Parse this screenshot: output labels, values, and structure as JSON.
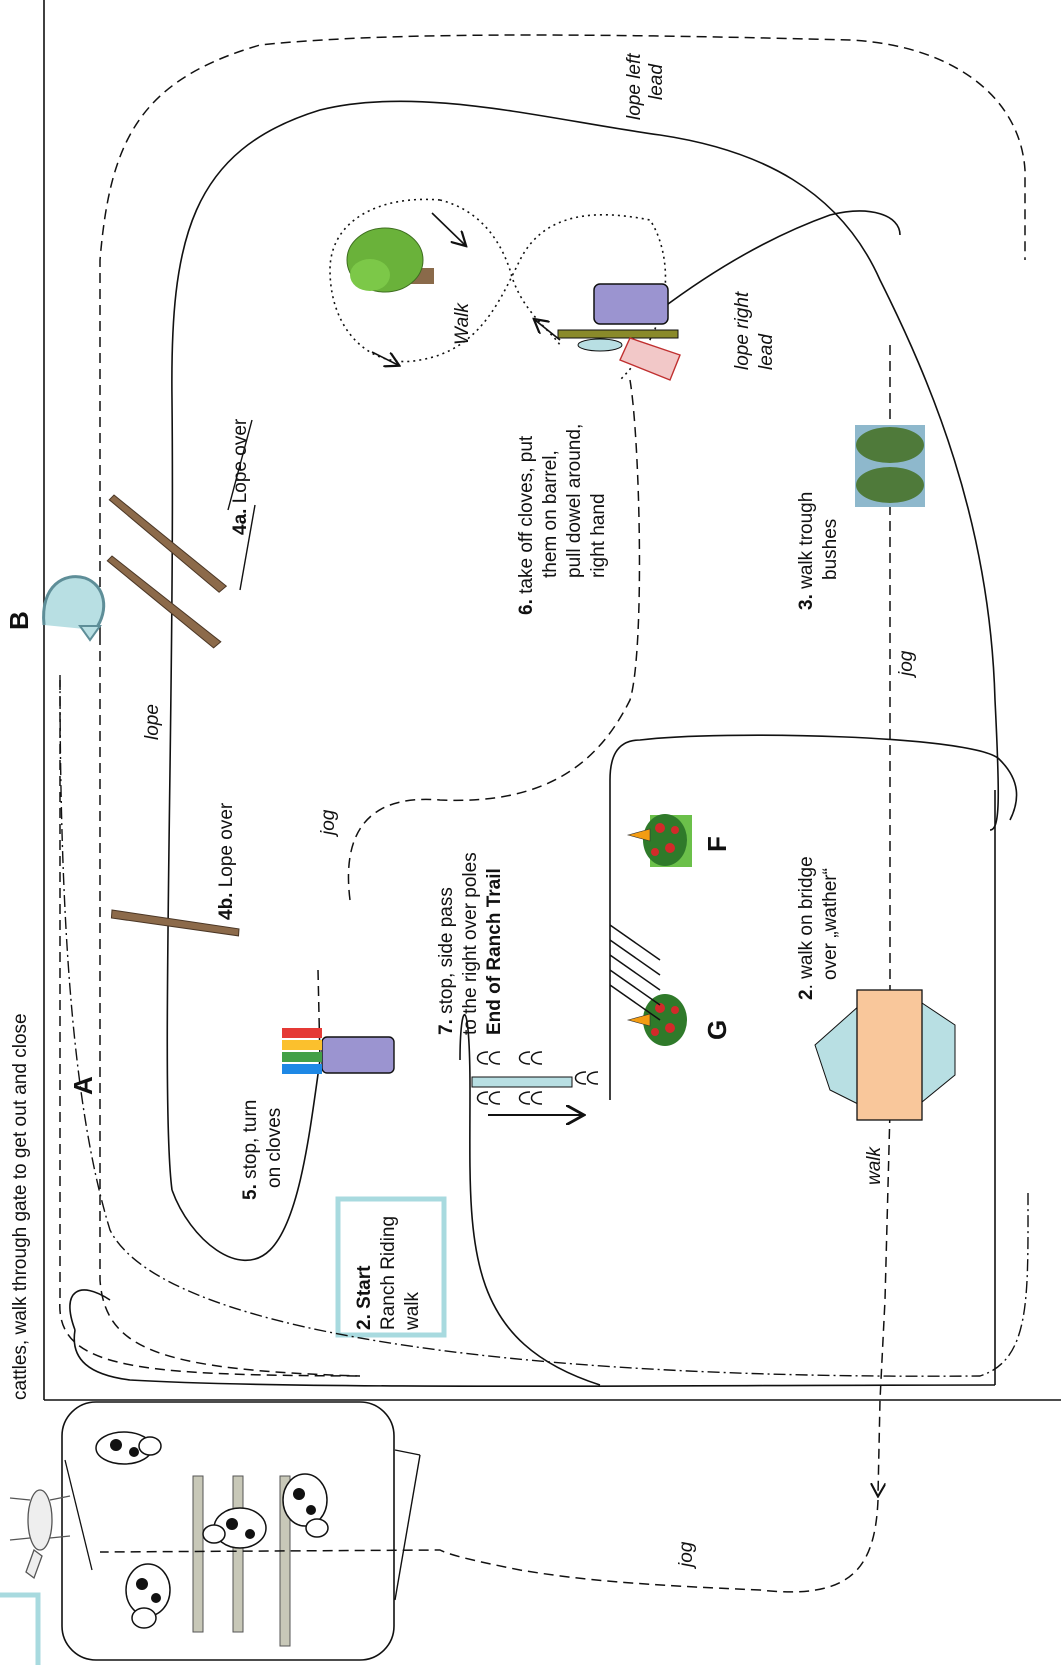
{
  "top_note": "cattles, walk through gate to get out and close",
  "markers": {
    "a": "A",
    "b": "B",
    "f": "F",
    "g": "G"
  },
  "gaits": {
    "lope_left_1": "lope left",
    "lope_left_2": "lead",
    "lope_right_1": "lope right",
    "lope_right_2": "lead",
    "lope": "lope",
    "jog_upper": "jog",
    "jog_middle": "jog",
    "jog_bottom": "jog",
    "walk_loop": "Walk",
    "walk_bridge": "walk"
  },
  "stations": {
    "start": {
      "num": "2.",
      "title": "Start",
      "line2": "Ranch Riding",
      "line3": "walk"
    },
    "s2": {
      "num": "2",
      "line1": ". walk on bridge",
      "line2": "over „wather“"
    },
    "s3": {
      "num": "3.",
      "line1": " walk trough",
      "line2": "bushes"
    },
    "s4a": {
      "num": "4a.",
      "text": " Lope over"
    },
    "s4b": {
      "num": "4b.",
      "text": " Lope over"
    },
    "s5": {
      "num": "5.",
      "line1": " stop, turn",
      "line2": "on cloves"
    },
    "s6": {
      "num": "6.",
      "line1": " take off cloves, put",
      "line2": "them on barrel,",
      "line3": "pull dowel around,",
      "line4": "right hand"
    },
    "s7": {
      "num": "7.",
      "line1": " stop, side pass",
      "line2": "to the right over poles",
      "line3": "End of Ranch Trail"
    }
  },
  "colors": {
    "barrel": "#9b94d0",
    "bridge": "#f9c79b",
    "water": "#b8dfe3",
    "start_box": "#a8dadf",
    "pole": "#8c6a4a",
    "rail": "#8a8a2a",
    "dowel": "#f2c8c8",
    "tree": "#6ab23a",
    "bush": "#4f7a3a",
    "flower": "#d22a2a",
    "cone": "#f39c12"
  }
}
